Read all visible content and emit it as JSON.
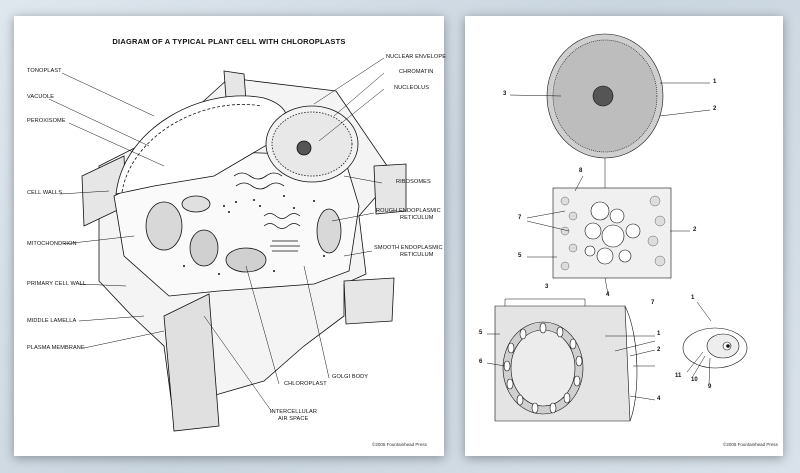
{
  "left_sheet": {
    "title": "DIAGRAM OF A TYPICAL PLANT CELL WITH CHLOROPLASTS",
    "labels_left": [
      "TONOPLAST",
      "VACUOLE",
      "PEROXISOME",
      "CELL WALLS",
      "MITOCHONDRION",
      "PRIMARY CELL WALL",
      "MIDDLE LAMELLA",
      "PLASMA MEMBRANE"
    ],
    "labels_right": [
      "NUCLEAR ENVELOPE",
      "CHROMATIN",
      "NUCLEOLUS",
      "RIBOSOMES",
      "ROUGH ENDOPLASMIC",
      "RETICULUM",
      "SMOOTH ENDOPLASMIC",
      "RETICULUM"
    ],
    "labels_bottom": [
      "GOLGI BODY",
      "CHLOROPLAST",
      "INTERCELLULAR",
      "AIR SPACE"
    ],
    "copyright": "©2005 Fountainhead Press"
  },
  "right_sheet": {
    "numbers_top": [
      "3",
      "1",
      "2"
    ],
    "numbers_middle": [
      "8",
      "7",
      "2",
      "5",
      "4"
    ],
    "numbers_bottom": [
      "3",
      "7",
      "5",
      "1",
      "6",
      "2",
      "4"
    ],
    "numbers_cell": [
      "1",
      "11",
      "10",
      "9"
    ],
    "copyright": "©2005 Fountainhead Press"
  }
}
